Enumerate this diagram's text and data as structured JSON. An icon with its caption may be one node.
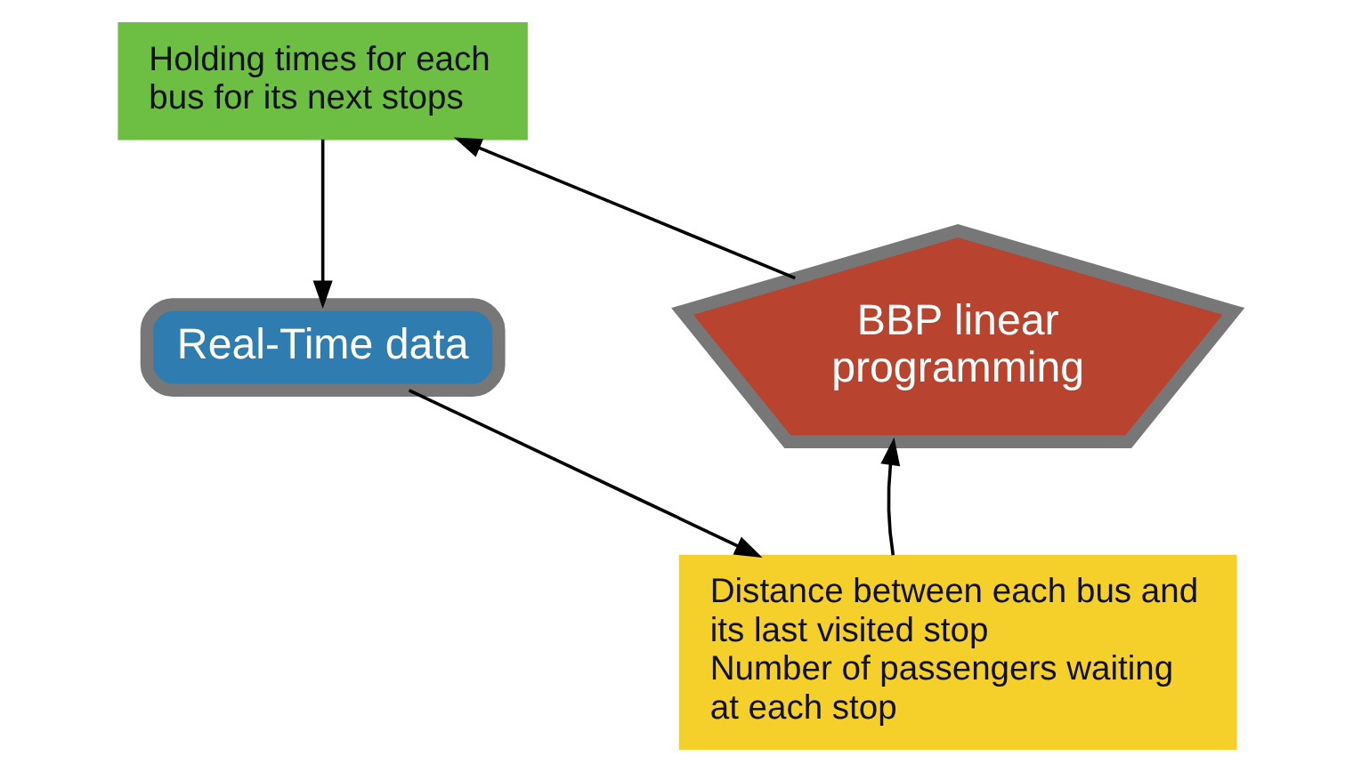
{
  "diagram": {
    "nodes": [
      {
        "text": [
          "Holding times for each bus for its next stops"
        ]
      },
      {
        "text": [
          "Real-Time data"
        ]
      },
      {
        "text": [
          "Distance between each bus and its last visited stop",
          "Number of passengers waiting at each stop"
        ]
      },
      {
        "text": [
          "BBP linear programming"
        ]
      }
    ],
    "edges": [
      {
        "from": 0,
        "to": 1,
        "arrow": "to"
      },
      {
        "from": 1,
        "to": 2,
        "arrow": "to"
      },
      {
        "from": 2,
        "to": 3,
        "arrow": "to"
      },
      {
        "from": 3,
        "to": 0,
        "arrow": "to"
      }
    ]
  }
}
